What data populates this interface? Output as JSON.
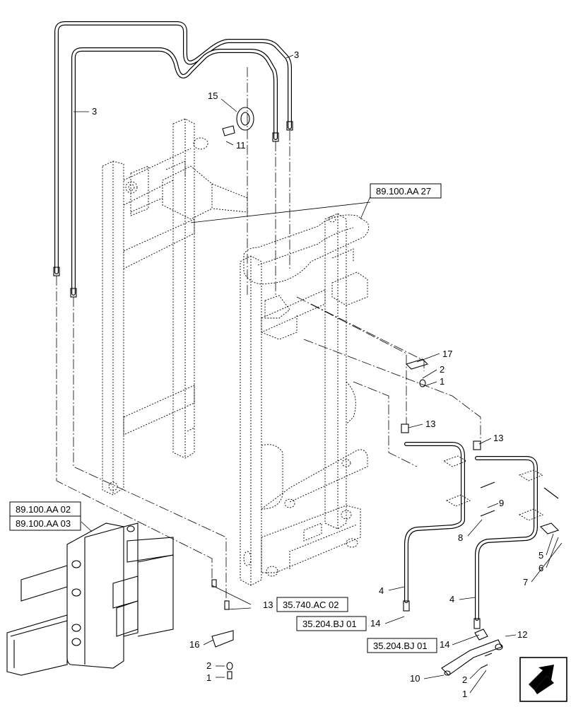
{
  "callouts": [
    {
      "id": "c3a",
      "text": "3"
    },
    {
      "id": "c3b",
      "text": "3"
    },
    {
      "id": "c15",
      "text": "15"
    },
    {
      "id": "c11",
      "text": "11"
    },
    {
      "id": "c17",
      "text": "17"
    },
    {
      "id": "c2a",
      "text": "2"
    },
    {
      "id": "c1a",
      "text": "1"
    },
    {
      "id": "c13a",
      "text": "13"
    },
    {
      "id": "c13b",
      "text": "13"
    },
    {
      "id": "c9",
      "text": "9"
    },
    {
      "id": "c8",
      "text": "8"
    },
    {
      "id": "c5",
      "text": "5"
    },
    {
      "id": "c6",
      "text": "6"
    },
    {
      "id": "c7",
      "text": "7"
    },
    {
      "id": "c4a",
      "text": "4"
    },
    {
      "id": "c4b",
      "text": "4"
    },
    {
      "id": "c14a",
      "text": "14"
    },
    {
      "id": "c14b",
      "text": "14"
    },
    {
      "id": "c12",
      "text": "12"
    },
    {
      "id": "c10",
      "text": "10"
    },
    {
      "id": "c2b",
      "text": "2"
    },
    {
      "id": "c1b",
      "text": "1"
    },
    {
      "id": "c13c",
      "text": "13"
    },
    {
      "id": "c16",
      "text": "16"
    },
    {
      "id": "c2c",
      "text": "2"
    },
    {
      "id": "c1c",
      "text": "1"
    }
  ],
  "references": [
    {
      "id": "r1",
      "text": "89.100.AA 27"
    },
    {
      "id": "r2",
      "text": "89.100.AA 02"
    },
    {
      "id": "r3",
      "text": "89.100.AA 03"
    },
    {
      "id": "r4",
      "text": "35.740.AC 02"
    },
    {
      "id": "r5",
      "text": "35.204.BJ 01"
    },
    {
      "id": "r6",
      "text": "35.204.BJ 01"
    }
  ],
  "nav_icon": "arrow-next-page-icon"
}
